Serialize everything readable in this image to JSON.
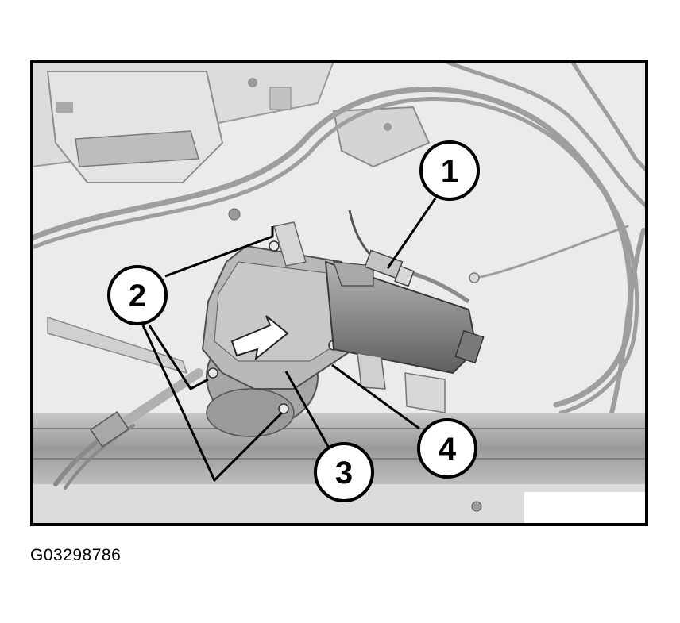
{
  "figure": {
    "figure_id": "G03298786",
    "callouts": [
      {
        "label": "1"
      },
      {
        "label": "2"
      },
      {
        "label": "3"
      },
      {
        "label": "4"
      }
    ]
  },
  "colors": {
    "frame": "#000000",
    "background": "#ebebeb",
    "metal": "#c8c8c8",
    "cable": "#a0a0a0",
    "motor": "#8c8c8c"
  }
}
